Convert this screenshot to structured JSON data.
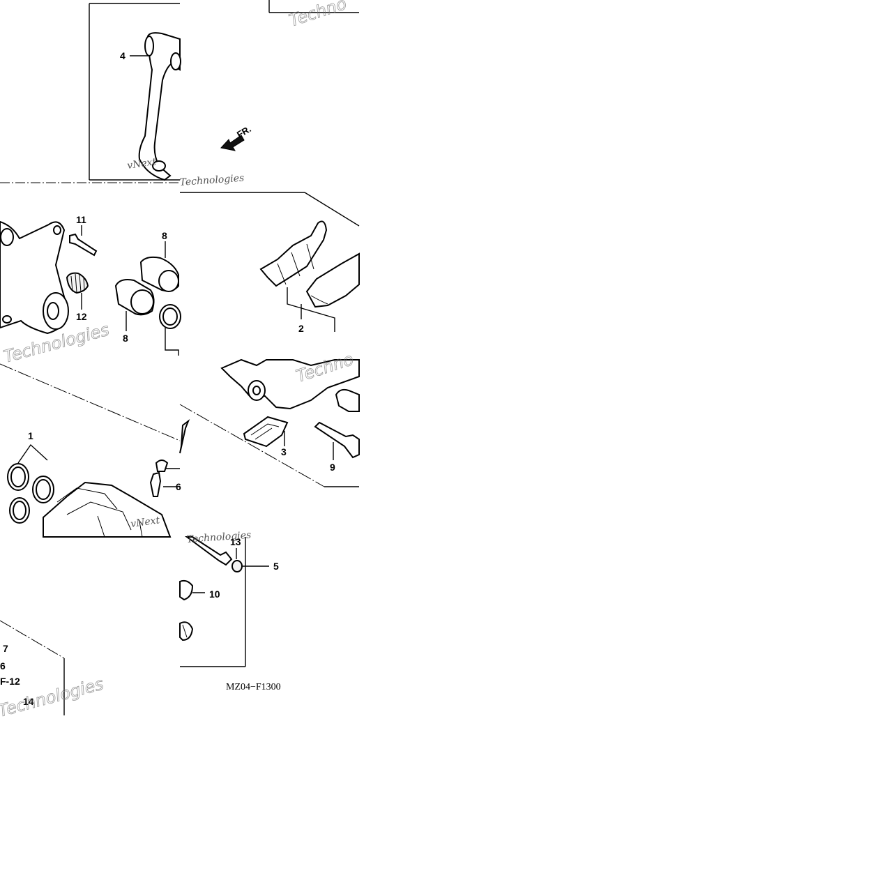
{
  "diagram": {
    "reference_code": "MZ04−F1300",
    "direction_label": "FR.",
    "callouts": [
      "1",
      "2",
      "3",
      "4",
      "5",
      "6",
      "7",
      "8",
      "9",
      "10",
      "11",
      "12",
      "13",
      "14"
    ],
    "section_ref": "F-12",
    "watermarks": [
      "Technologies",
      "Techno",
      "vNext",
      "Technologies",
      "Technologies",
      "Technologies",
      "Technologies"
    ]
  }
}
